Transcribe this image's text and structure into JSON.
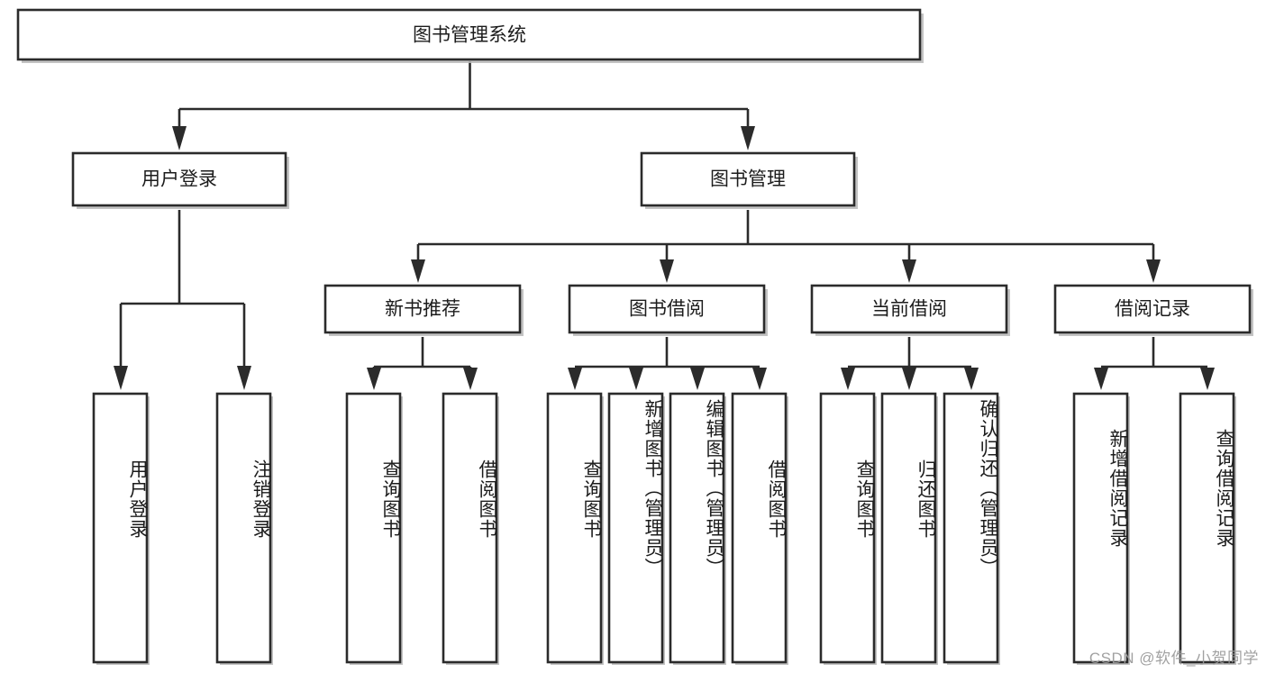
{
  "diagram": {
    "type": "tree",
    "title": "图书管理系统",
    "watermark": "CSDN @软件_小贺同学",
    "colors": {
      "box_fill": "#ffffff",
      "box_stroke": "#2b2b2b",
      "text": "#1c1c1c",
      "watermark": "#9a9a9a",
      "background": "#ffffff"
    },
    "levels": {
      "root": "图书管理系统",
      "level2": [
        "用户登录",
        "图书管理"
      ],
      "level3": [
        "新书推荐",
        "图书借阅",
        "当前借阅",
        "借阅记录"
      ]
    },
    "nodes": {
      "root": {
        "label": "图书管理系统",
        "orientation": "horizontal"
      },
      "n_user_login": {
        "label": "用户登录",
        "orientation": "horizontal"
      },
      "n_book_manage": {
        "label": "图书管理",
        "orientation": "horizontal"
      },
      "n_new_book": {
        "label": "新书推荐",
        "orientation": "horizontal"
      },
      "n_borrow": {
        "label": "图书借阅",
        "orientation": "horizontal"
      },
      "n_current": {
        "label": "当前借阅",
        "orientation": "horizontal"
      },
      "n_record": {
        "label": "借阅记录",
        "orientation": "horizontal"
      },
      "leaf_user_login": {
        "label": "用户登录",
        "orientation": "vertical"
      },
      "leaf_logout": {
        "label": "注销登录",
        "orientation": "vertical"
      },
      "leaf_query_book_1": {
        "label": "查询图书",
        "orientation": "vertical"
      },
      "leaf_borrow_book_1": {
        "label": "借阅图书",
        "orientation": "vertical"
      },
      "leaf_query_book_2": {
        "label": "查询图书",
        "orientation": "vertical"
      },
      "leaf_add_book": {
        "label": "新增图书（管理员）",
        "orientation": "vertical"
      },
      "leaf_edit_book": {
        "label": "编辑图书（管理员）",
        "orientation": "vertical"
      },
      "leaf_borrow_book_2": {
        "label": "借阅图书",
        "orientation": "vertical"
      },
      "leaf_query_book_3": {
        "label": "查询图书",
        "orientation": "vertical"
      },
      "leaf_return_book": {
        "label": "归还图书",
        "orientation": "vertical"
      },
      "leaf_confirm_return": {
        "label": "确认归还（管理员）",
        "orientation": "vertical"
      },
      "leaf_add_record": {
        "label": "新增借阅记录",
        "orientation": "vertical"
      },
      "leaf_query_record": {
        "label": "查询借阅记录",
        "orientation": "vertical"
      }
    },
    "edges": [
      {
        "from": "root",
        "to": "n_user_login"
      },
      {
        "from": "root",
        "to": "n_book_manage"
      },
      {
        "from": "n_user_login",
        "to": "leaf_user_login"
      },
      {
        "from": "n_user_login",
        "to": "leaf_logout"
      },
      {
        "from": "n_book_manage",
        "to": "n_new_book"
      },
      {
        "from": "n_book_manage",
        "to": "n_borrow"
      },
      {
        "from": "n_book_manage",
        "to": "n_current"
      },
      {
        "from": "n_book_manage",
        "to": "n_record"
      },
      {
        "from": "n_new_book",
        "to": "leaf_query_book_1"
      },
      {
        "from": "n_new_book",
        "to": "leaf_borrow_book_1"
      },
      {
        "from": "n_borrow",
        "to": "leaf_query_book_2"
      },
      {
        "from": "n_borrow",
        "to": "leaf_add_book"
      },
      {
        "from": "n_borrow",
        "to": "leaf_edit_book"
      },
      {
        "from": "n_borrow",
        "to": "leaf_borrow_book_2"
      },
      {
        "from": "n_current",
        "to": "leaf_query_book_3"
      },
      {
        "from": "n_current",
        "to": "leaf_return_book"
      },
      {
        "from": "n_current",
        "to": "leaf_confirm_return"
      },
      {
        "from": "n_record",
        "to": "leaf_add_record"
      },
      {
        "from": "n_record",
        "to": "leaf_query_record"
      }
    ]
  }
}
